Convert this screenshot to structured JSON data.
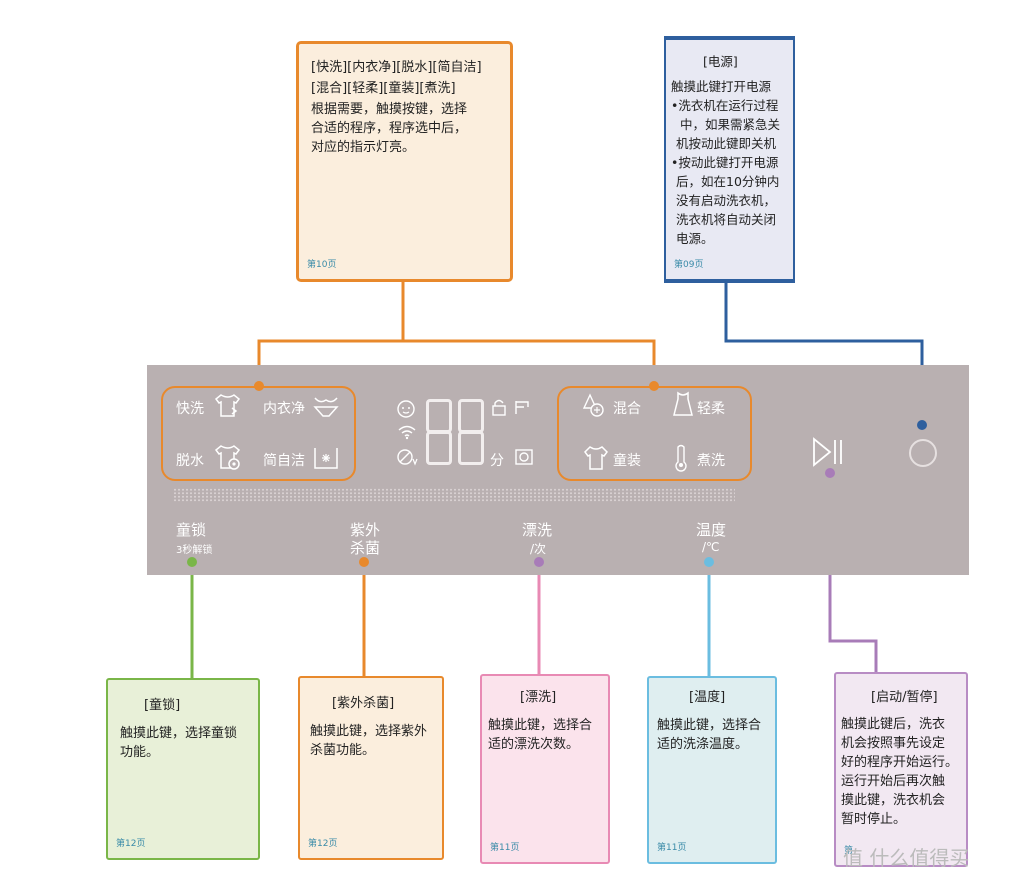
{
  "callouts": {
    "programs": {
      "line1": "[快洗][内衣净][脱水][简自洁]",
      "line2": "[混合][轻柔][童装][煮洗]",
      "body": [
        "根据需要，触摸按键，选择",
        "合适的程序，程序选中后，",
        "对应的指示灯亮。"
      ],
      "page": "第10页"
    },
    "power": {
      "title": "[电源]",
      "body": [
        "触摸此键打开电源",
        "•洗衣机在运行过程",
        "中，如果需紧急关",
        "机按动此键即关机",
        "•按动此键打开电源",
        "后，如在10分钟内",
        "没有启动洗衣机，",
        "洗衣机将自动关闭",
        "电源。"
      ],
      "page": "第09页"
    },
    "childlock": {
      "title": "[童锁]",
      "body": [
        "触摸此键，选择童锁",
        "功能。"
      ],
      "page": "第12页"
    },
    "uv": {
      "title": "[紫外杀菌]",
      "body": [
        "触摸此键，选择紫外",
        "杀菌功能。"
      ],
      "page": "第12页"
    },
    "rinse": {
      "title": "[漂洗]",
      "body": [
        "触摸此键，选择合",
        "适的漂洗次数。"
      ],
      "page": "第11页"
    },
    "temp": {
      "title": "[温度]",
      "body": [
        "触摸此键，选择合",
        "适的洗涤温度。"
      ],
      "page": "第11页"
    },
    "startpause": {
      "title": "[启动/暂停]",
      "body": [
        "触摸此键后，洗衣",
        "机会按照事先设定",
        "好的程序开始运行。",
        "运行开始后再次触",
        "摸此键，洗衣机会",
        "暂时停止。"
      ],
      "page": "第"
    }
  },
  "panel": {
    "left_programs": [
      "快洗",
      "内衣净",
      "脱水",
      "简自洁"
    ],
    "right_programs": [
      "混合",
      "轻柔",
      "童装",
      "煮洗"
    ],
    "display_unit": "分",
    "buttons": {
      "childlock": "童锁",
      "childlock_sub": "3秒解锁",
      "uv_line1": "紫外",
      "uv_line2": "杀菌",
      "rinse": "漂洗",
      "rinse_unit": "/次",
      "temp": "温度",
      "temp_unit": "/℃"
    }
  },
  "watermark": "值 什么值得买",
  "colors": {
    "orange": "#e8892c",
    "blue": "#2e5f9e",
    "green": "#7ab648",
    "pink": "#e88ab4",
    "lightblue": "#6bbde0",
    "purple": "#a87cb8",
    "panel": "#b9b0b1"
  }
}
